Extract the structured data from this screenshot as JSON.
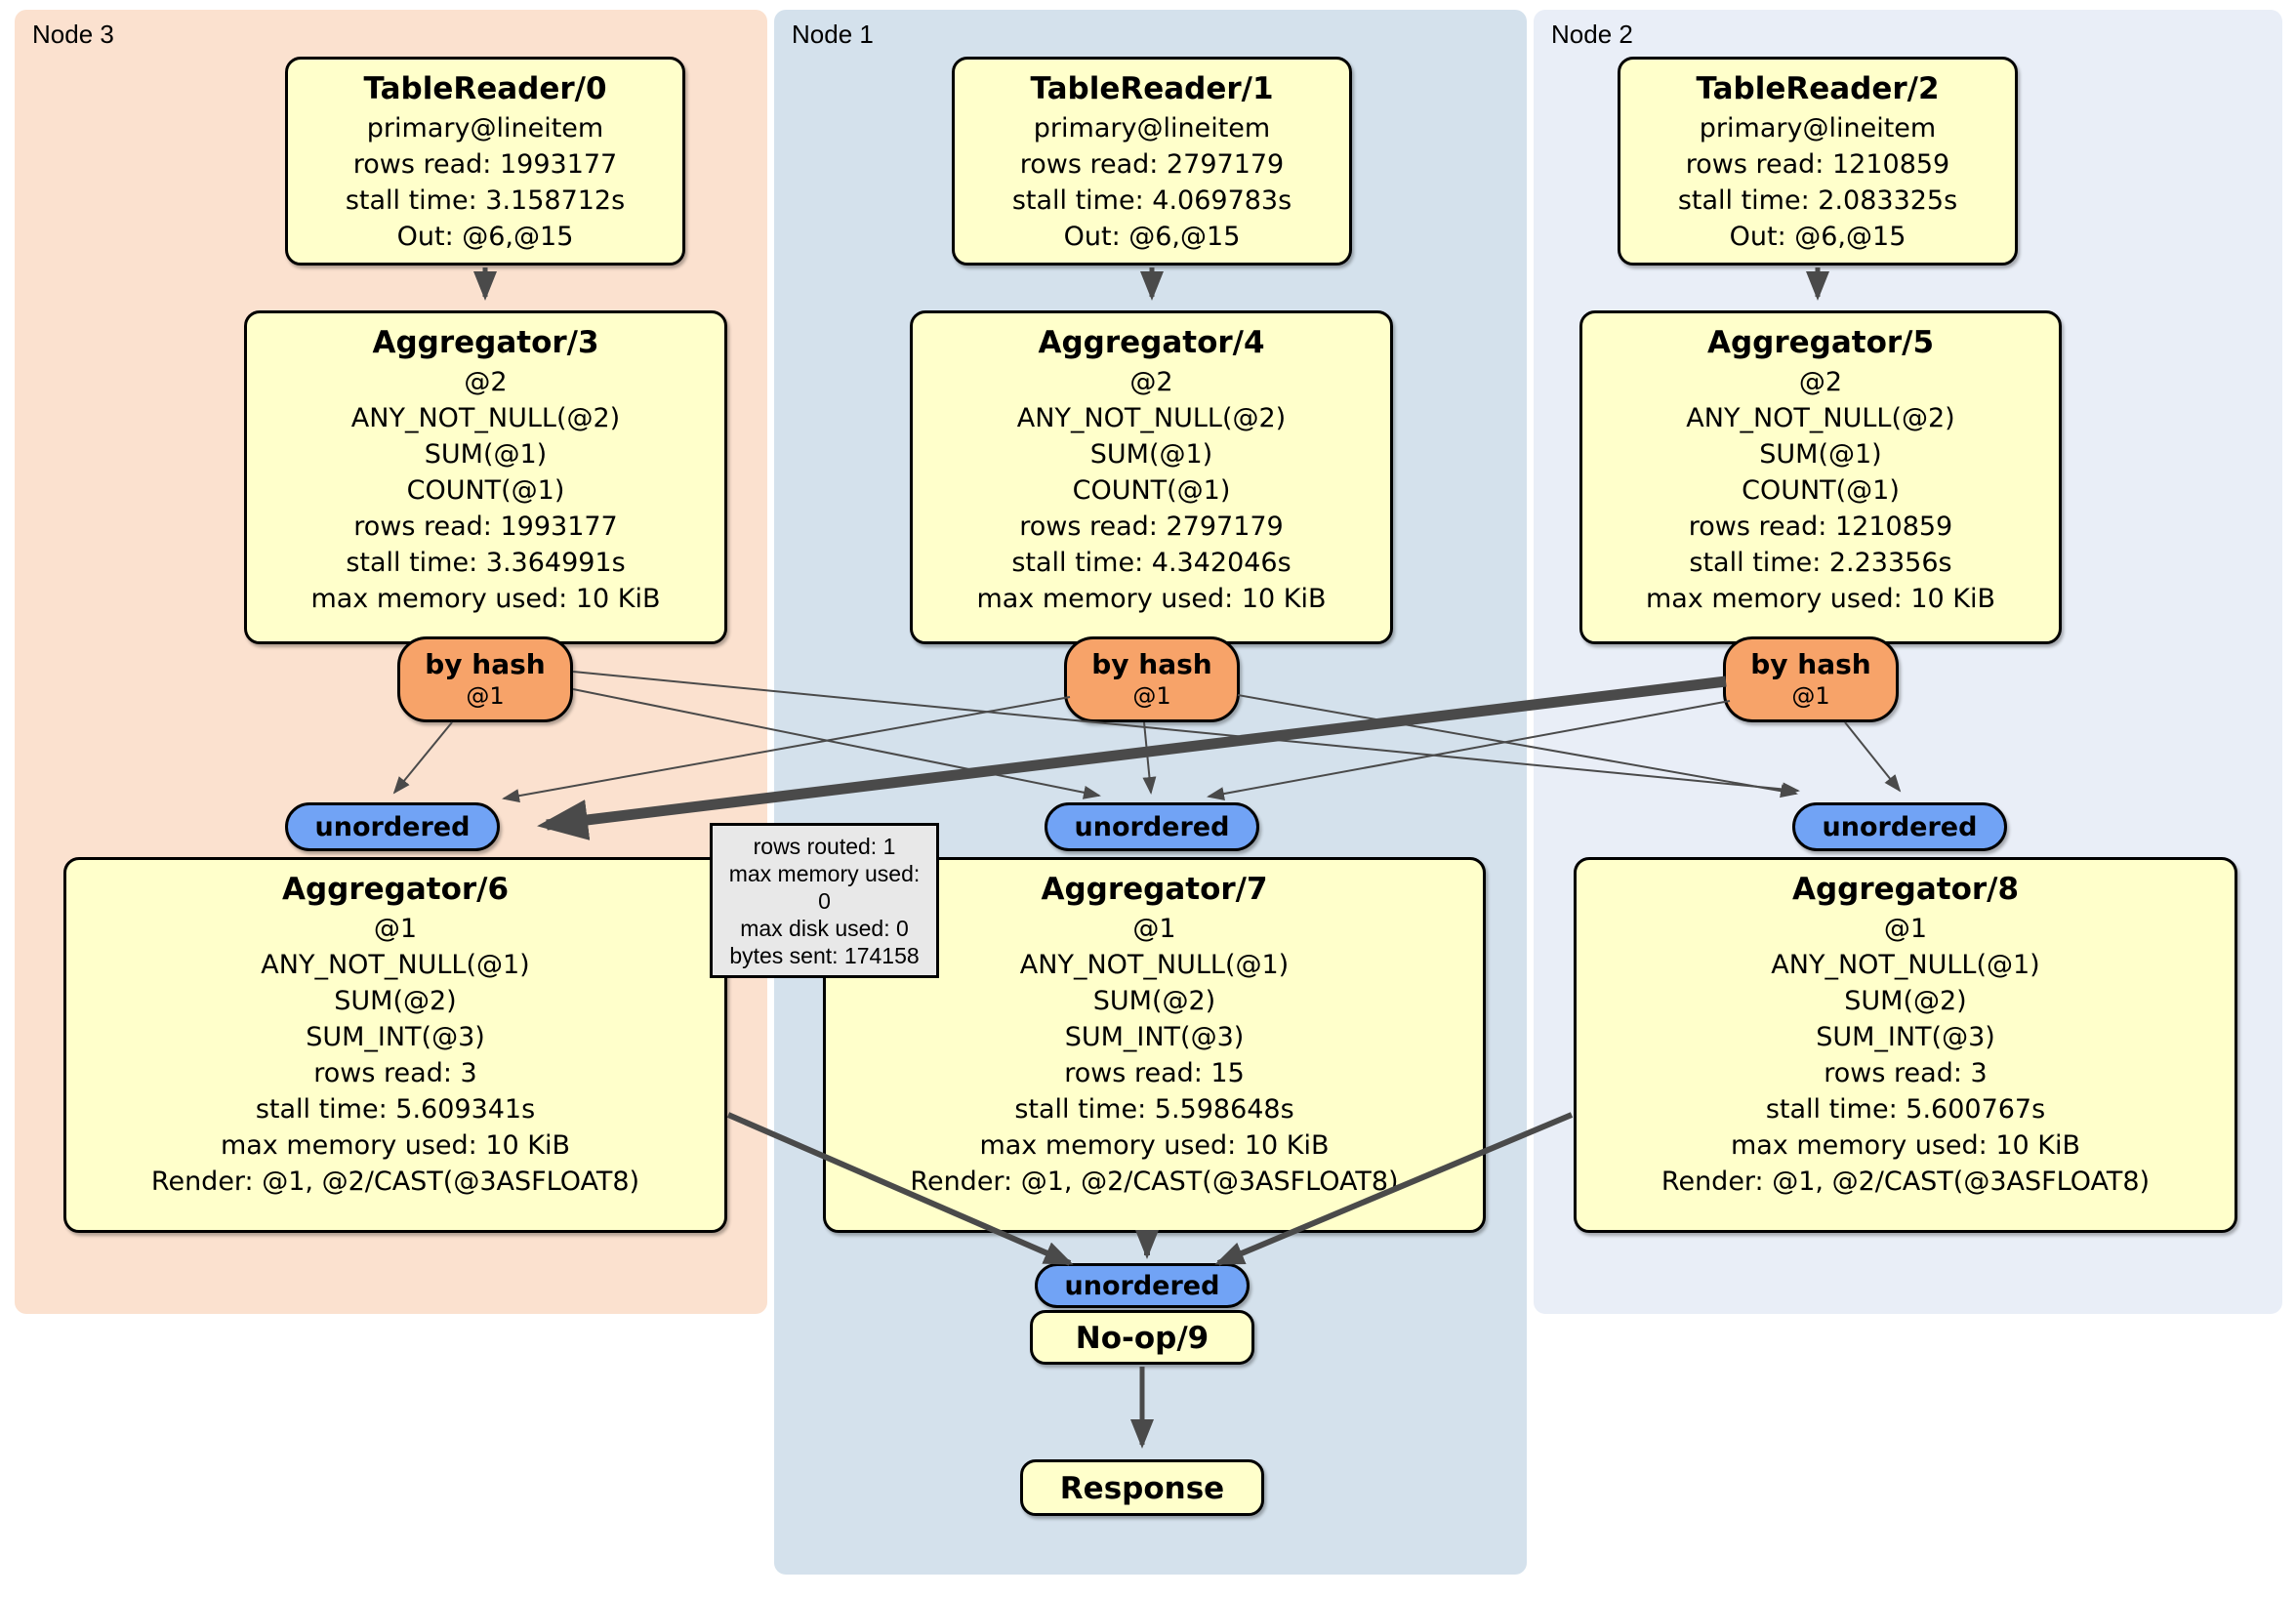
{
  "panels": {
    "node3": {
      "label": "Node 3",
      "bg": "#FBE1CF"
    },
    "node1": {
      "label": "Node 1",
      "bg": "#D4E1EC"
    },
    "node2": {
      "label": "Node 2",
      "bg": "#E9EEF7"
    }
  },
  "colors": {
    "processor_fill": "#FFFFCB",
    "router_fill": "#F7A369",
    "stream_fill": "#71A3F5",
    "tooltip_fill": "#E8E8E8",
    "edge": "#4A4A4A"
  },
  "processors": {
    "tr0": {
      "title": "TableReader/0",
      "lines": [
        "primary@lineitem",
        "rows read: 1993177",
        "stall time: 3.158712s",
        "Out: @6,@15"
      ]
    },
    "tr1": {
      "title": "TableReader/1",
      "lines": [
        "primary@lineitem",
        "rows read: 2797179",
        "stall time: 4.069783s",
        "Out: @6,@15"
      ]
    },
    "tr2": {
      "title": "TableReader/2",
      "lines": [
        "primary@lineitem",
        "rows read: 1210859",
        "stall time: 2.083325s",
        "Out: @6,@15"
      ]
    },
    "agg3": {
      "title": "Aggregator/3",
      "lines": [
        "@2",
        "ANY_NOT_NULL(@2)",
        "SUM(@1)",
        "COUNT(@1)",
        "rows read: 1993177",
        "stall time: 3.364991s",
        "max memory used: 10 KiB"
      ]
    },
    "agg4": {
      "title": "Aggregator/4",
      "lines": [
        "@2",
        "ANY_NOT_NULL(@2)",
        "SUM(@1)",
        "COUNT(@1)",
        "rows read: 2797179",
        "stall time: 4.342046s",
        "max memory used: 10 KiB"
      ]
    },
    "agg5": {
      "title": "Aggregator/5",
      "lines": [
        "@2",
        "ANY_NOT_NULL(@2)",
        "SUM(@1)",
        "COUNT(@1)",
        "rows read: 1210859",
        "stall time: 2.23356s",
        "max memory used: 10 KiB"
      ]
    },
    "agg6": {
      "title": "Aggregator/6",
      "lines": [
        "@1",
        "ANY_NOT_NULL(@1)",
        "SUM(@2)",
        "SUM_INT(@3)",
        "rows read: 3",
        "stall time: 5.609341s",
        "max memory used: 10 KiB",
        "Render: @1, @2/CAST(@3ASFLOAT8)"
      ]
    },
    "agg7": {
      "title": "Aggregator/7",
      "lines": [
        "@1",
        "ANY_NOT_NULL(@1)",
        "SUM(@2)",
        "SUM_INT(@3)",
        "rows read: 15",
        "stall time: 5.598648s",
        "max memory used: 10 KiB",
        "Render: @1, @2/CAST(@3ASFLOAT8)"
      ]
    },
    "agg8": {
      "title": "Aggregator/8",
      "lines": [
        "@1",
        "ANY_NOT_NULL(@1)",
        "SUM(@2)",
        "SUM_INT(@3)",
        "rows read: 3",
        "stall time: 5.600767s",
        "max memory used: 10 KiB",
        "Render: @1, @2/CAST(@3ASFLOAT8)"
      ]
    },
    "noop": {
      "title": "No-op/9"
    },
    "response": {
      "title": "Response"
    }
  },
  "routers": {
    "label": "by hash",
    "key": "@1"
  },
  "streams": {
    "unordered": "unordered"
  },
  "tooltip": {
    "lines": [
      "rows routed: 1",
      "max memory used: 0",
      "max disk used: 0",
      "bytes sent: 174158"
    ]
  }
}
